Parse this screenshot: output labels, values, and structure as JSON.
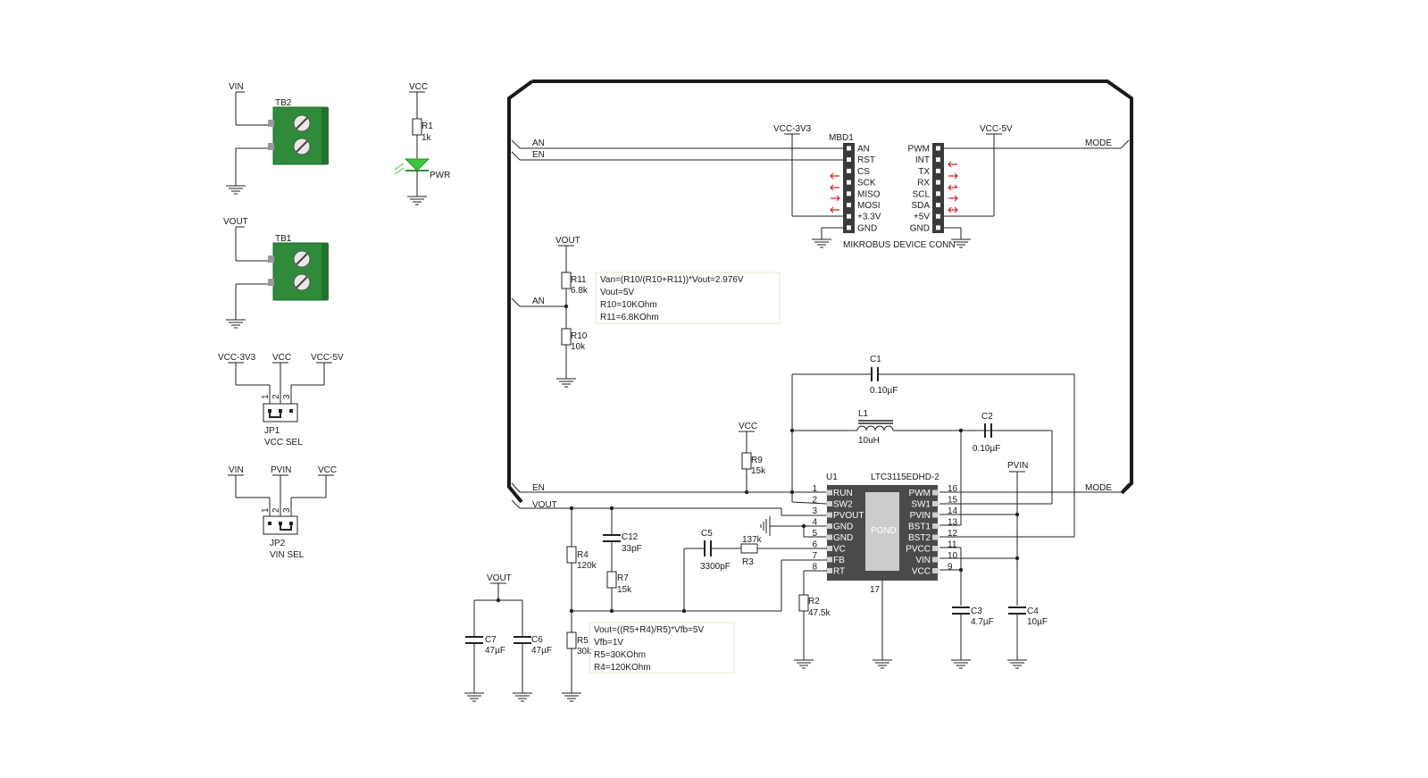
{
  "connectors": {
    "tb2": {
      "ref": "TB2",
      "net": "VIN"
    },
    "tb1": {
      "ref": "TB1",
      "net": "VOUT"
    }
  },
  "power_led": {
    "net": "VCC",
    "resistor_ref": "R1",
    "resistor_val": "1k",
    "led_label": "PWR"
  },
  "jp1": {
    "ref": "JP1",
    "title": "VCC SEL",
    "nets": [
      "VCC-3V3",
      "VCC",
      "VCC-5V"
    ],
    "pins": [
      "1",
      "2",
      "3"
    ]
  },
  "jp2": {
    "ref": "JP2",
    "title": "VIN SEL",
    "nets": [
      "VIN",
      "PVIN",
      "VCC"
    ],
    "pins": [
      "1",
      "2",
      "3"
    ]
  },
  "mikrobus": {
    "ref": "MBD1",
    "title": "MIKROBUS DEVICE CONN",
    "vcc_left": "VCC-3V3",
    "vcc_right": "VCC-5V",
    "left_pins": [
      "AN",
      "RST",
      "CS",
      "SCK",
      "MISO",
      "MOSI",
      "+3.3V",
      "GND"
    ],
    "right_pins": [
      "PWM",
      "INT",
      "TX",
      "RX",
      "SCL",
      "SDA",
      "+5V",
      "GND"
    ]
  },
  "nets": {
    "an": "AN",
    "en": "EN",
    "mode": "MODE",
    "vout": "VOUT",
    "vcc": "VCC",
    "pvin": "PVIN"
  },
  "divider_an": {
    "r11_ref": "R11",
    "r11_val": "6.8k",
    "r10_ref": "R10",
    "r10_val": "10k",
    "note": [
      "Van=(R10/(R10+R11))*Vout=2.976V",
      "Vout=5V",
      "R10=10KOhm",
      "R11=6.8KOhm"
    ]
  },
  "regulator": {
    "ref": "U1",
    "part": "LTC3115EDHD-2",
    "pad_label": "PGND",
    "pad_pin": "17",
    "left_pins": [
      {
        "num": "1",
        "name": "RUN"
      },
      {
        "num": "2",
        "name": "SW2"
      },
      {
        "num": "3",
        "name": "PVOUT"
      },
      {
        "num": "4",
        "name": "GND"
      },
      {
        "num": "5",
        "name": "GND"
      },
      {
        "num": "6",
        "name": "VC"
      },
      {
        "num": "7",
        "name": "FB"
      },
      {
        "num": "8",
        "name": "RT"
      }
    ],
    "right_pins": [
      {
        "num": "16",
        "name": "PWM"
      },
      {
        "num": "15",
        "name": "SW1"
      },
      {
        "num": "14",
        "name": "PVIN"
      },
      {
        "num": "13",
        "name": "BST1"
      },
      {
        "num": "12",
        "name": "BST2"
      },
      {
        "num": "11",
        "name": "PVCC"
      },
      {
        "num": "10",
        "name": "VIN"
      },
      {
        "num": "9",
        "name": "VCC"
      }
    ]
  },
  "components": {
    "c1": {
      "ref": "C1",
      "val": "0.10µF"
    },
    "c2": {
      "ref": "C2",
      "val": "0.10µF"
    },
    "l1": {
      "ref": "L1",
      "val": "10uH"
    },
    "r9": {
      "ref": "R9",
      "val": "15k"
    },
    "c12": {
      "ref": "C12",
      "val": "33pF"
    },
    "r7": {
      "ref": "R7",
      "val": "15k"
    },
    "c5": {
      "ref": "C5",
      "val": "3300pF"
    },
    "r3": {
      "ref": "R3",
      "val": "137k"
    },
    "r4": {
      "ref": "R4",
      "val": "120k"
    },
    "r5": {
      "ref": "R5",
      "val": "30k"
    },
    "r2": {
      "ref": "R2",
      "val": "47.5k"
    },
    "c3": {
      "ref": "C3",
      "val": "4.7µF"
    },
    "c4": {
      "ref": "C4",
      "val": "10µF"
    },
    "c7": {
      "ref": "C7",
      "val": "47µF"
    },
    "c6": {
      "ref": "C6",
      "val": "47µF"
    }
  },
  "feedback_note": [
    "Vout=((R5+R4)/R5)*Vfb=5V",
    "Vfb=1V",
    "R5=30KOhm",
    "R4=120KOhm"
  ]
}
